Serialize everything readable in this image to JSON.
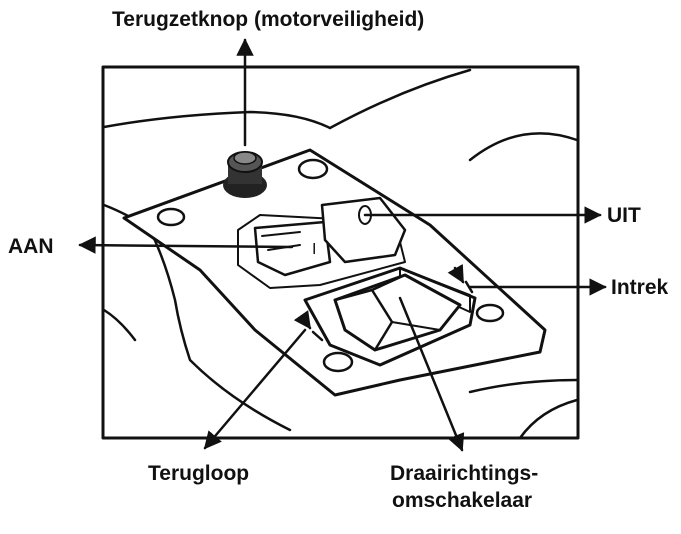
{
  "labels": {
    "reset_button": "Terugzetknop (motorveiligheid)",
    "on": "AAN",
    "off": "UIT",
    "retract": "Intrek",
    "reverse": "Terugloop",
    "direction_switch_line1": "Draairichtings-",
    "direction_switch_line2": "omschakelaar"
  },
  "switch_marks": {
    "on_mark": "I",
    "off_mark": "0"
  },
  "colors": {
    "ink": "#111111",
    "background": "#ffffff"
  }
}
